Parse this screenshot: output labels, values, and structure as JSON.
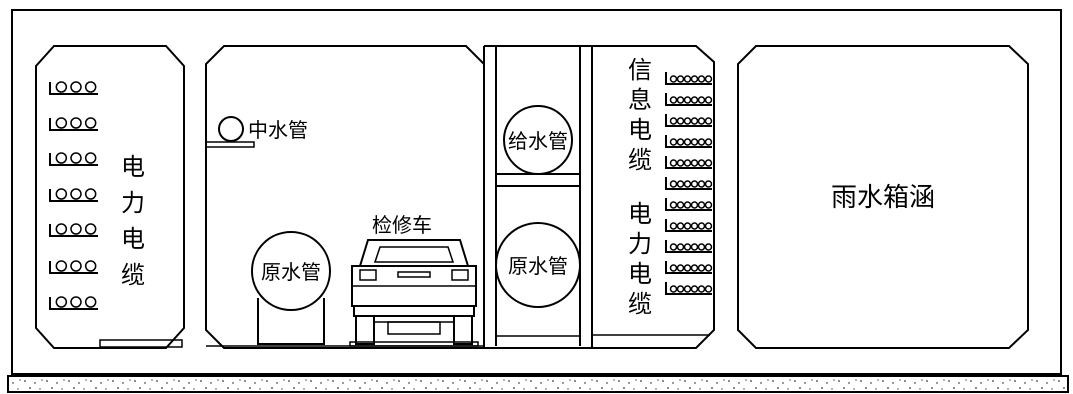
{
  "labels": {
    "power_cable_left": [
      "电",
      "力",
      "电",
      "缆"
    ],
    "reclaimed_water_pipe": "中水管",
    "raw_water_pipe_left": "原水管",
    "maintenance_vehicle": "检修车",
    "water_supply_pipe": "给水管",
    "raw_water_pipe_right": "原水管",
    "info_cable": [
      "信",
      "息",
      "电",
      "缆"
    ],
    "power_cable_right": [
      "电",
      "力",
      "电",
      "缆"
    ],
    "rainwater_box_culvert": "雨水箱涵"
  }
}
